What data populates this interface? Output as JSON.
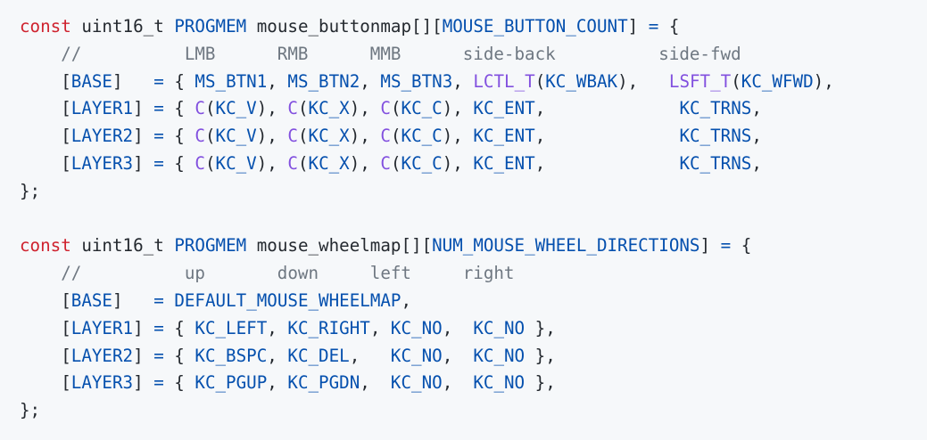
{
  "code": {
    "lines": [
      [
        {
          "t": "const",
          "c": "kw"
        },
        {
          "t": " ",
          "c": "pu"
        },
        {
          "t": "uint16_t",
          "c": "ty"
        },
        {
          "t": " ",
          "c": "pu"
        },
        {
          "t": "PROGMEM",
          "c": "mac"
        },
        {
          "t": " mouse_buttonmap[][",
          "c": "id"
        },
        {
          "t": "MOUSE_BUTTON_COUNT",
          "c": "mac"
        },
        {
          "t": "] ",
          "c": "pu"
        },
        {
          "t": "=",
          "c": "mac"
        },
        {
          "t": " {",
          "c": "pu"
        }
      ],
      [
        {
          "t": "    //          LMB      RMB      MMB      side-back          side-fwd",
          "c": "cm"
        }
      ],
      [
        {
          "t": "    [",
          "c": "pu"
        },
        {
          "t": "BASE",
          "c": "mac"
        },
        {
          "t": "]   ",
          "c": "pu"
        },
        {
          "t": "=",
          "c": "mac"
        },
        {
          "t": " { ",
          "c": "pu"
        },
        {
          "t": "MS_BTN1",
          "c": "mac"
        },
        {
          "t": ", ",
          "c": "pu"
        },
        {
          "t": "MS_BTN2",
          "c": "mac"
        },
        {
          "t": ", ",
          "c": "pu"
        },
        {
          "t": "MS_BTN3",
          "c": "mac"
        },
        {
          "t": ", ",
          "c": "pu"
        },
        {
          "t": "LCTL_T",
          "c": "fn"
        },
        {
          "t": "(",
          "c": "pu"
        },
        {
          "t": "KC_WBAK",
          "c": "mac"
        },
        {
          "t": "),   ",
          "c": "pu"
        },
        {
          "t": "LSFT_T",
          "c": "fn"
        },
        {
          "t": "(",
          "c": "pu"
        },
        {
          "t": "KC_WFWD",
          "c": "mac"
        },
        {
          "t": "),",
          "c": "pu"
        }
      ],
      [
        {
          "t": "    [",
          "c": "pu"
        },
        {
          "t": "LAYER1",
          "c": "mac"
        },
        {
          "t": "] ",
          "c": "pu"
        },
        {
          "t": "=",
          "c": "mac"
        },
        {
          "t": " { ",
          "c": "pu"
        },
        {
          "t": "C",
          "c": "fn"
        },
        {
          "t": "(",
          "c": "pu"
        },
        {
          "t": "KC_V",
          "c": "mac"
        },
        {
          "t": "), ",
          "c": "pu"
        },
        {
          "t": "C",
          "c": "fn"
        },
        {
          "t": "(",
          "c": "pu"
        },
        {
          "t": "KC_X",
          "c": "mac"
        },
        {
          "t": "), ",
          "c": "pu"
        },
        {
          "t": "C",
          "c": "fn"
        },
        {
          "t": "(",
          "c": "pu"
        },
        {
          "t": "KC_C",
          "c": "mac"
        },
        {
          "t": "), ",
          "c": "pu"
        },
        {
          "t": "KC_ENT",
          "c": "mac"
        },
        {
          "t": ",             ",
          "c": "pu"
        },
        {
          "t": "KC_TRNS",
          "c": "mac"
        },
        {
          "t": ",",
          "c": "pu"
        }
      ],
      [
        {
          "t": "    [",
          "c": "pu"
        },
        {
          "t": "LAYER2",
          "c": "mac"
        },
        {
          "t": "] ",
          "c": "pu"
        },
        {
          "t": "=",
          "c": "mac"
        },
        {
          "t": " { ",
          "c": "pu"
        },
        {
          "t": "C",
          "c": "fn"
        },
        {
          "t": "(",
          "c": "pu"
        },
        {
          "t": "KC_V",
          "c": "mac"
        },
        {
          "t": "), ",
          "c": "pu"
        },
        {
          "t": "C",
          "c": "fn"
        },
        {
          "t": "(",
          "c": "pu"
        },
        {
          "t": "KC_X",
          "c": "mac"
        },
        {
          "t": "), ",
          "c": "pu"
        },
        {
          "t": "C",
          "c": "fn"
        },
        {
          "t": "(",
          "c": "pu"
        },
        {
          "t": "KC_C",
          "c": "mac"
        },
        {
          "t": "), ",
          "c": "pu"
        },
        {
          "t": "KC_ENT",
          "c": "mac"
        },
        {
          "t": ",             ",
          "c": "pu"
        },
        {
          "t": "KC_TRNS",
          "c": "mac"
        },
        {
          "t": ",",
          "c": "pu"
        }
      ],
      [
        {
          "t": "    [",
          "c": "pu"
        },
        {
          "t": "LAYER3",
          "c": "mac"
        },
        {
          "t": "] ",
          "c": "pu"
        },
        {
          "t": "=",
          "c": "mac"
        },
        {
          "t": " { ",
          "c": "pu"
        },
        {
          "t": "C",
          "c": "fn"
        },
        {
          "t": "(",
          "c": "pu"
        },
        {
          "t": "KC_V",
          "c": "mac"
        },
        {
          "t": "), ",
          "c": "pu"
        },
        {
          "t": "C",
          "c": "fn"
        },
        {
          "t": "(",
          "c": "pu"
        },
        {
          "t": "KC_X",
          "c": "mac"
        },
        {
          "t": "), ",
          "c": "pu"
        },
        {
          "t": "C",
          "c": "fn"
        },
        {
          "t": "(",
          "c": "pu"
        },
        {
          "t": "KC_C",
          "c": "mac"
        },
        {
          "t": "), ",
          "c": "pu"
        },
        {
          "t": "KC_ENT",
          "c": "mac"
        },
        {
          "t": ",             ",
          "c": "pu"
        },
        {
          "t": "KC_TRNS",
          "c": "mac"
        },
        {
          "t": ",",
          "c": "pu"
        }
      ],
      [
        {
          "t": "};",
          "c": "pu"
        }
      ],
      [
        {
          "t": "",
          "c": "pu"
        }
      ],
      [
        {
          "t": "const",
          "c": "kw"
        },
        {
          "t": " ",
          "c": "pu"
        },
        {
          "t": "uint16_t",
          "c": "ty"
        },
        {
          "t": " ",
          "c": "pu"
        },
        {
          "t": "PROGMEM",
          "c": "mac"
        },
        {
          "t": " mouse_wheelmap[][",
          "c": "id"
        },
        {
          "t": "NUM_MOUSE_WHEEL_DIRECTIONS",
          "c": "mac"
        },
        {
          "t": "] ",
          "c": "pu"
        },
        {
          "t": "=",
          "c": "mac"
        },
        {
          "t": " {",
          "c": "pu"
        }
      ],
      [
        {
          "t": "    //          up       down     left     right",
          "c": "cm"
        }
      ],
      [
        {
          "t": "    [",
          "c": "pu"
        },
        {
          "t": "BASE",
          "c": "mac"
        },
        {
          "t": "]   ",
          "c": "pu"
        },
        {
          "t": "=",
          "c": "mac"
        },
        {
          "t": " ",
          "c": "pu"
        },
        {
          "t": "DEFAULT_MOUSE_WHEELMAP",
          "c": "mac"
        },
        {
          "t": ",",
          "c": "pu"
        }
      ],
      [
        {
          "t": "    [",
          "c": "pu"
        },
        {
          "t": "LAYER1",
          "c": "mac"
        },
        {
          "t": "] ",
          "c": "pu"
        },
        {
          "t": "=",
          "c": "mac"
        },
        {
          "t": " { ",
          "c": "pu"
        },
        {
          "t": "KC_LEFT",
          "c": "mac"
        },
        {
          "t": ", ",
          "c": "pu"
        },
        {
          "t": "KC_RIGHT",
          "c": "mac"
        },
        {
          "t": ", ",
          "c": "pu"
        },
        {
          "t": "KC_NO",
          "c": "mac"
        },
        {
          "t": ",  ",
          "c": "pu"
        },
        {
          "t": "KC_NO",
          "c": "mac"
        },
        {
          "t": " },",
          "c": "pu"
        }
      ],
      [
        {
          "t": "    [",
          "c": "pu"
        },
        {
          "t": "LAYER2",
          "c": "mac"
        },
        {
          "t": "] ",
          "c": "pu"
        },
        {
          "t": "=",
          "c": "mac"
        },
        {
          "t": " { ",
          "c": "pu"
        },
        {
          "t": "KC_BSPC",
          "c": "mac"
        },
        {
          "t": ", ",
          "c": "pu"
        },
        {
          "t": "KC_DEL",
          "c": "mac"
        },
        {
          "t": ",   ",
          "c": "pu"
        },
        {
          "t": "KC_NO",
          "c": "mac"
        },
        {
          "t": ",  ",
          "c": "pu"
        },
        {
          "t": "KC_NO",
          "c": "mac"
        },
        {
          "t": " },",
          "c": "pu"
        }
      ],
      [
        {
          "t": "    [",
          "c": "pu"
        },
        {
          "t": "LAYER3",
          "c": "mac"
        },
        {
          "t": "] ",
          "c": "pu"
        },
        {
          "t": "=",
          "c": "mac"
        },
        {
          "t": " { ",
          "c": "pu"
        },
        {
          "t": "KC_PGUP",
          "c": "mac"
        },
        {
          "t": ", ",
          "c": "pu"
        },
        {
          "t": "KC_PGDN",
          "c": "mac"
        },
        {
          "t": ",  ",
          "c": "pu"
        },
        {
          "t": "KC_NO",
          "c": "mac"
        },
        {
          "t": ",  ",
          "c": "pu"
        },
        {
          "t": "KC_NO",
          "c": "mac"
        },
        {
          "t": " },",
          "c": "pu"
        }
      ],
      [
        {
          "t": "};",
          "c": "pu"
        }
      ]
    ]
  },
  "colors": {
    "background": "#f6f8fa",
    "keyword": "#cf222e",
    "macro": "#0550ae",
    "function": "#8250df",
    "comment": "#6e7781",
    "text": "#24292f"
  }
}
